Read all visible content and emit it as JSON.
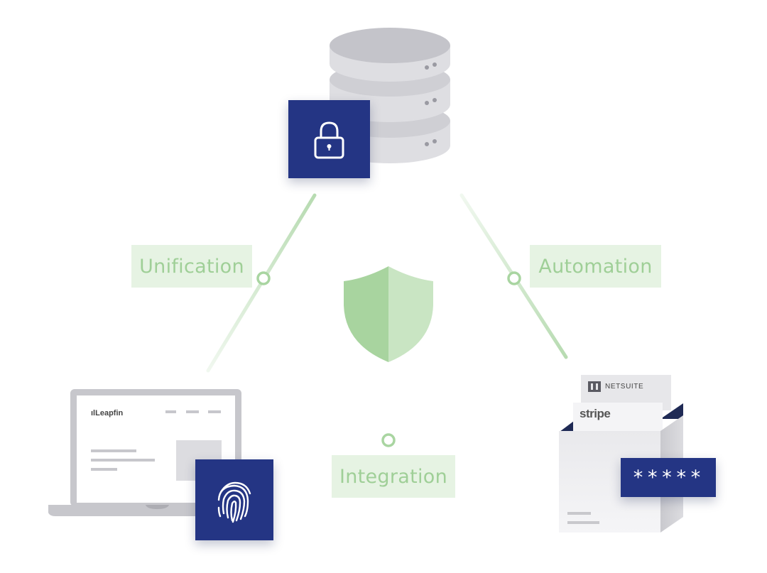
{
  "labels": {
    "unification": "Unification",
    "automation": "Automation",
    "integration": "Integration"
  },
  "laptop": {
    "brand": "ılLeapfin"
  },
  "box": {
    "netsuite": "NETSUITE",
    "stripe": "stripe",
    "password": "*****"
  },
  "icons": {
    "database": "database-icon",
    "lock": "lock-icon",
    "shield": "shield-icon",
    "laptop": "laptop-icon",
    "fingerprint": "fingerprint-icon",
    "box": "box-icon"
  },
  "colors": {
    "navy": "#243584",
    "green": "#9fcf97",
    "label_bg": "#e6f3e3",
    "gray": "#c8c8cc"
  }
}
